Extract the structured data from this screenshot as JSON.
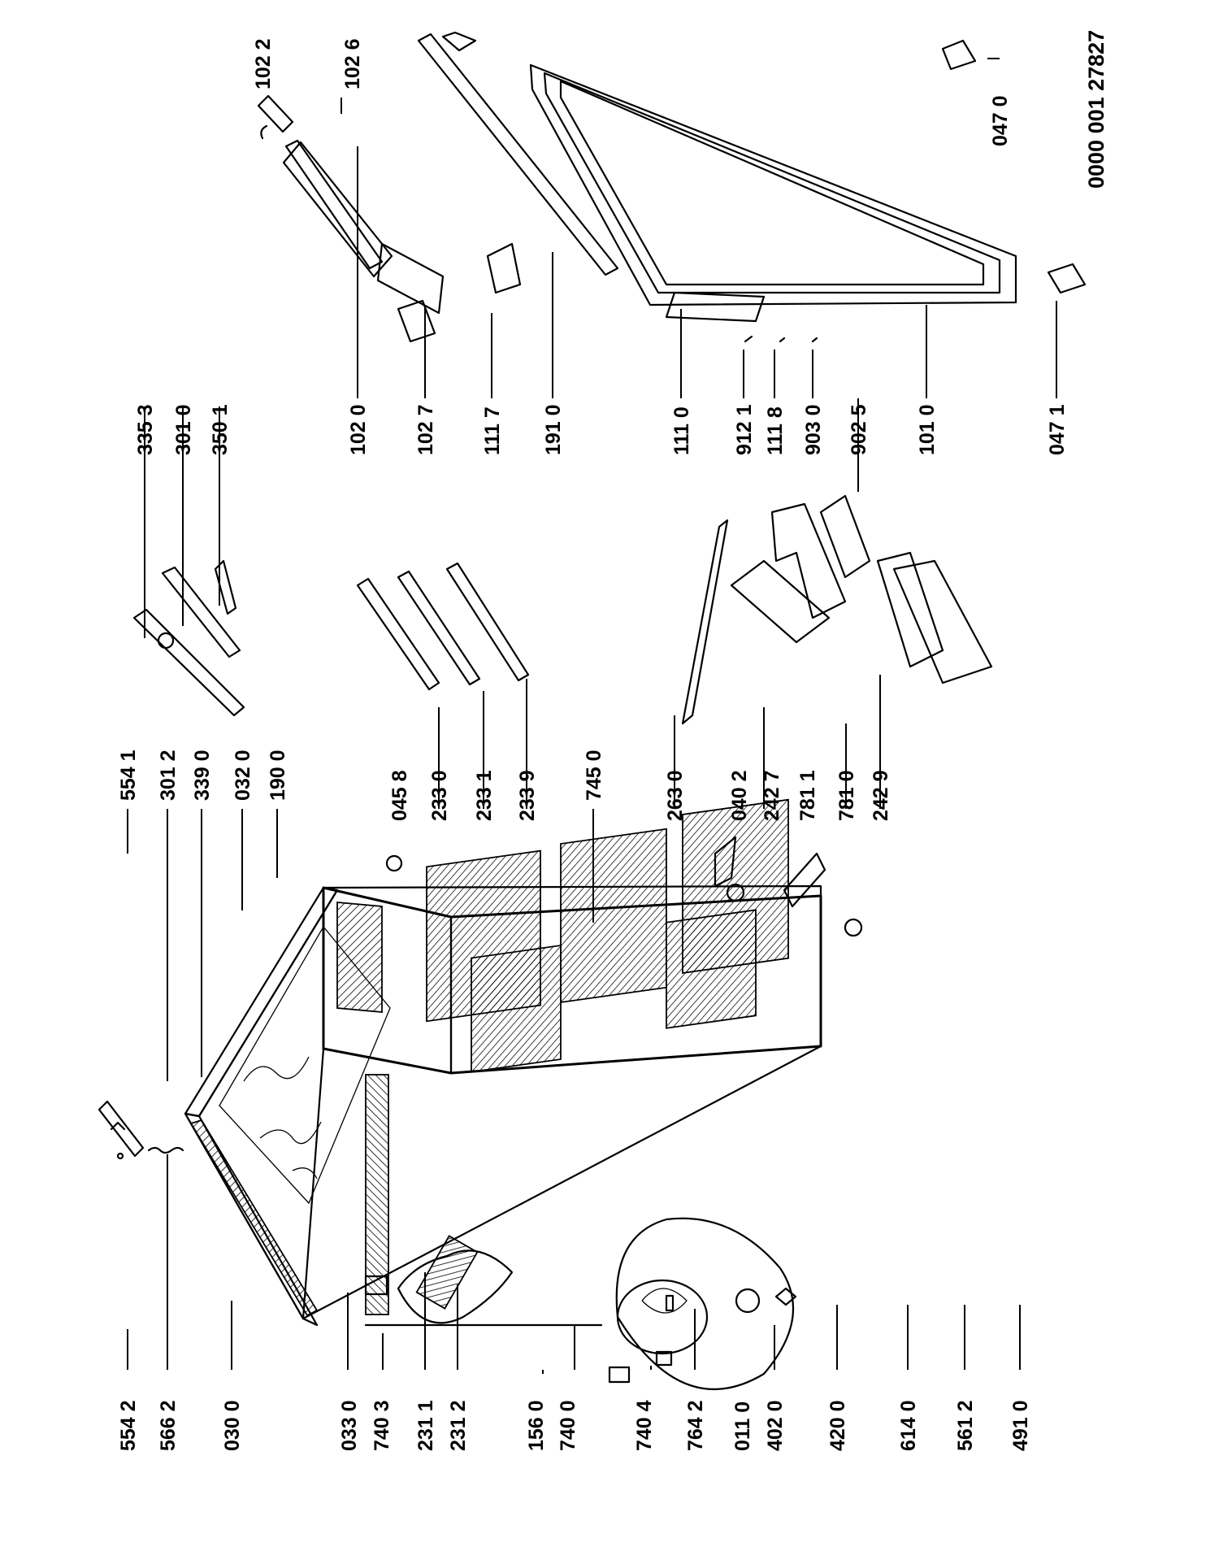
{
  "document_number": "0000 001 27827",
  "labels": {
    "l5542": "554 2",
    "l5662": "566 2",
    "l0300": "030 0",
    "l0330": "033 0",
    "l7403": "740 3",
    "l2311": "231 1",
    "l2312": "231 2",
    "l1560": "156 0",
    "l7400": "740 0",
    "l7404": "740 4",
    "l7642": "764 2",
    "l0110": "011 0",
    "l4020": "402 0",
    "l4200": "420 0",
    "l6140": "614 0",
    "l5612": "561 2",
    "l4910": "491 0",
    "l5541": "554 1",
    "l3012": "301 2",
    "l3390": "339 0",
    "l0320": "032 0",
    "l1900": "190 0",
    "l0458": "045 8",
    "l2330": "233 0",
    "l2331": "233 1",
    "l2339": "233 9",
    "l7450": "745 0",
    "l2630": "263 0",
    "l0402": "040 2",
    "l2427": "242 7",
    "l7811": "781 1",
    "l7810": "781 0",
    "l2429": "242 9",
    "l3353": "335 3",
    "l3010": "301 0",
    "l3501": "350 1",
    "l1020": "102 0",
    "l1027": "102 7",
    "l1117": "111 7",
    "l1910": "191 0",
    "l1110": "111 0",
    "l9121": "912 1",
    "l1118": "111 8",
    "l9030": "903 0",
    "l9025": "902 5",
    "l1010": "101 0",
    "l0471": "047 1",
    "l0470": "047 0",
    "l1022": "102 2",
    "l1026": "102 6"
  }
}
